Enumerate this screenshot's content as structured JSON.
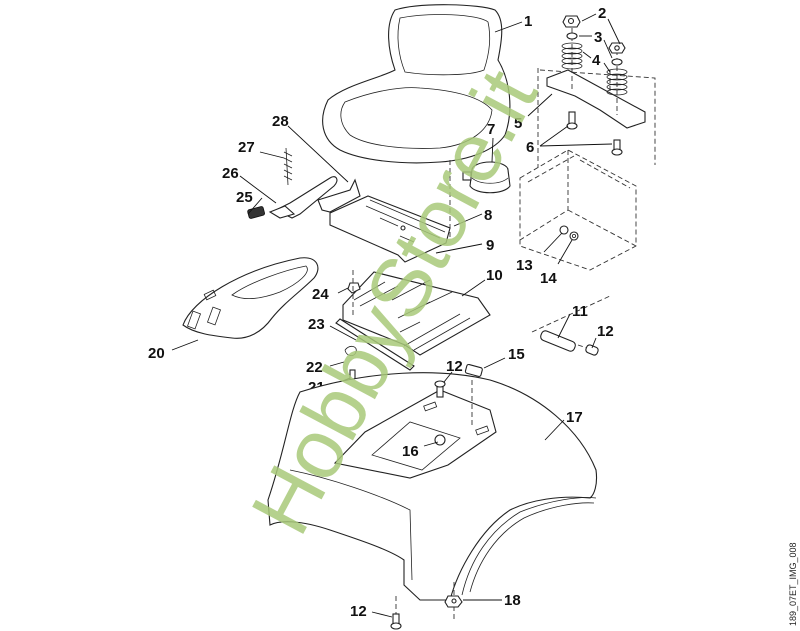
{
  "diagram": {
    "type": "exploded-parts-view",
    "subject": "Seat and rear fender assembly",
    "reference_code": "189_07ET_IMG_008",
    "watermark": {
      "text": "HobbyStore.it",
      "color": "#a9c97a"
    },
    "callouts": [
      {
        "id": "c1",
        "label": "1",
        "part": "seat"
      },
      {
        "id": "c2",
        "label": "2",
        "part": "nut"
      },
      {
        "id": "c3",
        "label": "3",
        "part": "washer"
      },
      {
        "id": "c4",
        "label": "4",
        "part": "spring"
      },
      {
        "id": "c5",
        "label": "5",
        "part": "seat-bracket-plate"
      },
      {
        "id": "c6",
        "label": "6",
        "part": "screw"
      },
      {
        "id": "c7",
        "label": "7",
        "part": "seat-switch"
      },
      {
        "id": "c8",
        "label": "8",
        "part": "clip"
      },
      {
        "id": "c9",
        "label": "9",
        "part": "clip"
      },
      {
        "id": "c10",
        "label": "10",
        "part": "seat-rail-plate"
      },
      {
        "id": "c11",
        "label": "11",
        "part": "pivot-pin"
      },
      {
        "id": "c12",
        "label": "12",
        "part": "screw"
      },
      {
        "id": "c13",
        "label": "13",
        "part": "nut"
      },
      {
        "id": "c14",
        "label": "14",
        "part": "washer"
      },
      {
        "id": "c15",
        "label": "15",
        "part": "rubber-buffer"
      },
      {
        "id": "c16",
        "label": "16",
        "part": "grommet"
      },
      {
        "id": "c17",
        "label": "17",
        "part": "rear-fender"
      },
      {
        "id": "c18",
        "label": "18",
        "part": "nut"
      },
      {
        "id": "c20",
        "label": "20",
        "part": "console-cover"
      },
      {
        "id": "c21",
        "label": "21",
        "part": "pin"
      },
      {
        "id": "c22",
        "label": "22",
        "part": "spring-clip"
      },
      {
        "id": "c23",
        "label": "23",
        "part": "rod"
      },
      {
        "id": "c24",
        "label": "24",
        "part": "nut"
      },
      {
        "id": "c25",
        "label": "25",
        "part": "knob"
      },
      {
        "id": "c26",
        "label": "26",
        "part": "adjustment-lever"
      },
      {
        "id": "c27",
        "label": "27",
        "part": "tension-spring"
      },
      {
        "id": "c28",
        "label": "28",
        "part": "latch-plate"
      }
    ]
  }
}
